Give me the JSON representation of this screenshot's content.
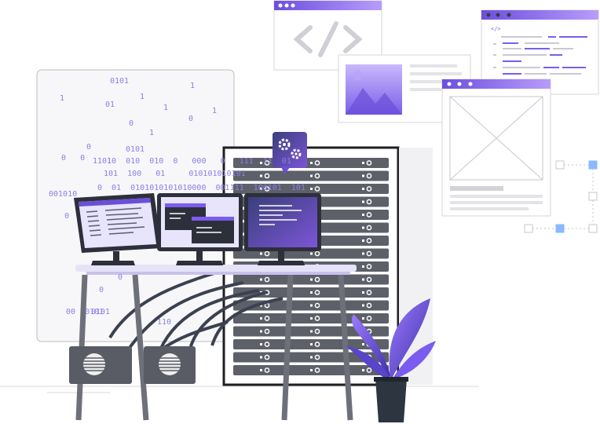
{
  "binary_lines": [
    "0101",
    "1",
    "1",
    "01",
    "1",
    "1",
    "0",
    "1",
    "0",
    "1",
    "0",
    "0101",
    "1  1",
    "0   0",
    "1010  010  010  0   000   0   111  11  01",
    "101  100   01     010101010101",
    "0  01  0101010101010000  001111  100101  101",
    "001010",
    "0",
    "0",
    "0",
    "00  0101",
    "0101",
    "110",
    "11  01",
    "0"
  ],
  "code_window_label": "</>",
  "colors": {
    "accent": "#6a4ddb",
    "accent_light": "#9a7dfb",
    "rack": "#5d6069",
    "desk": "#e6e2f7",
    "wire": "#3c4150",
    "leaf": "#7b5cf0"
  }
}
